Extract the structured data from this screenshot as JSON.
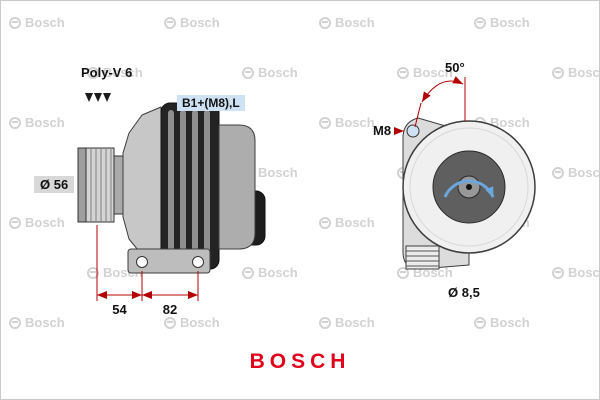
{
  "watermark": {
    "text": "Bosch"
  },
  "brand": {
    "name": "BOSCH",
    "color": "#e2001a"
  },
  "labels": {
    "belt_type": "Poly-V 6",
    "terminal": "B1+(M8),L",
    "pulley_diameter": "Ø 56",
    "dim_pulley_offset": "54",
    "dim_mounting_span": "82",
    "mounting_angle": "50°",
    "bolt_size": "M8",
    "hole_diameter": "Ø 8,5"
  },
  "colors": {
    "dimension_red": "#b30000",
    "brand_red": "#e2001a",
    "terminal_label_bg": "#cfe2f4",
    "pulley_label_bg": "#d8d8d8",
    "watermark_gray": "#d2d2d2",
    "rotation_arrow_blue": "#6aa7dd"
  }
}
